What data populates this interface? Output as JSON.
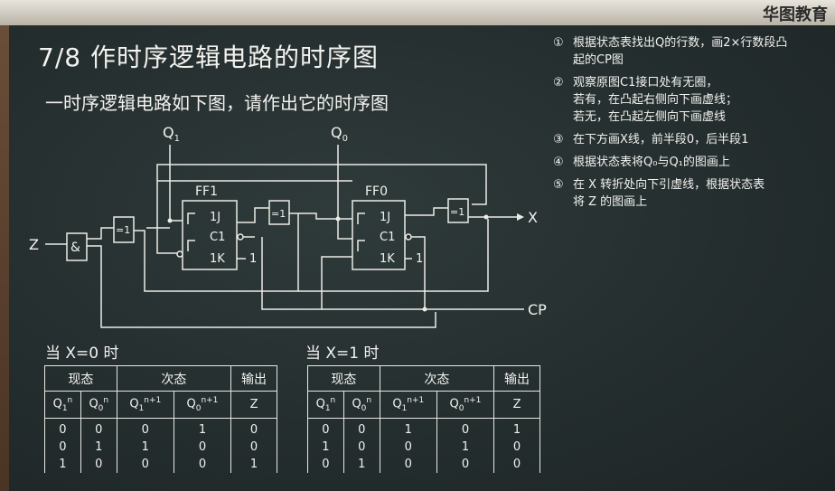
{
  "brand": "华图教育",
  "title": "7/8  作时序逻辑电路的时序图",
  "subtitle": "一时序逻辑电路如下图，请作出它的时序图",
  "notes": [
    {
      "num": "①",
      "text": "根据状态表找出Q的行数，画2×行数段凸\n起的CP图"
    },
    {
      "num": "②",
      "text": "观察原图C1接口处有无圈，\n若有，在凸起右侧向下画虚线；\n若无，在凸起左侧向下画虚线"
    },
    {
      "num": "③",
      "text": "在下方画X线，前半段0，后半段1"
    },
    {
      "num": "④",
      "text": "根据状态表将Q₀与Q₁的图画上"
    },
    {
      "num": "⑤",
      "text": "在 X 转折处向下引虚线，根据状态表\n将 Z 的图画上"
    }
  ],
  "circuit": {
    "q1": "Q",
    "q1_sub": "1",
    "q0": "Q",
    "q0_sub": "0",
    "ff1": "FF1",
    "ff0": "FF0",
    "j": "1J",
    "c": "C1",
    "k": "1K",
    "one": "1",
    "and_gate": "&",
    "xor": "=1",
    "z": "Z",
    "x": "X",
    "cp": "CP"
  },
  "table_x0": {
    "caption": "当 X=0 时",
    "groups": [
      "现态",
      "次态",
      "输出"
    ],
    "cols": [
      {
        "base": "Q",
        "sub": "1",
        "sup": "n"
      },
      {
        "base": "Q",
        "sub": "0",
        "sup": "n"
      },
      {
        "base": "Q",
        "sub": "1",
        "sup": "n+1"
      },
      {
        "base": "Q",
        "sub": "0",
        "sup": "n+1"
      },
      {
        "base": "Z",
        "sub": "",
        "sup": ""
      }
    ],
    "rows": [
      [
        "0",
        "0",
        "0",
        "1",
        "0"
      ],
      [
        "0",
        "1",
        "1",
        "0",
        "0"
      ],
      [
        "1",
        "0",
        "0",
        "0",
        "1"
      ]
    ]
  },
  "table_x1": {
    "caption": "当 X=1 时",
    "groups": [
      "现态",
      "次态",
      "输出"
    ],
    "cols": [
      {
        "base": "Q",
        "sub": "1",
        "sup": "n"
      },
      {
        "base": "Q",
        "sub": "0",
        "sup": "n"
      },
      {
        "base": "Q",
        "sub": "1",
        "sup": "n+1"
      },
      {
        "base": "Q",
        "sub": "0",
        "sup": "n+1"
      },
      {
        "base": "Z",
        "sub": "",
        "sup": ""
      }
    ],
    "rows": [
      [
        "0",
        "0",
        "1",
        "0",
        "1"
      ],
      [
        "1",
        "0",
        "0",
        "1",
        "0"
      ],
      [
        "0",
        "1",
        "0",
        "0",
        "0"
      ]
    ]
  }
}
